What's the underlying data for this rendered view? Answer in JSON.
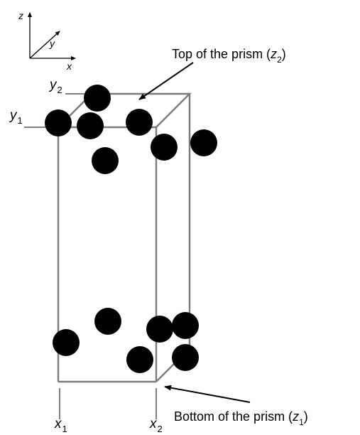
{
  "axes": {
    "z_label": "z",
    "y_label": "y",
    "x_label": "x"
  },
  "coordinate_labels": {
    "y2_var": "y",
    "y2_sub": "2",
    "y1_var": "y",
    "y1_sub": "1",
    "x1_var": "x",
    "x1_sub": "1",
    "x2_var": "x",
    "x2_sub": "2"
  },
  "annotations": {
    "top_text": "Top of the prism (",
    "top_var": "z",
    "top_sub": "2",
    "top_close": ")",
    "bottom_text": "Bottom of the prism (",
    "bottom_var": "z",
    "bottom_sub": "1",
    "bottom_close": ")"
  },
  "colors": {
    "prism_edge": "#7a7a7a",
    "particle": "#000000",
    "arrow": "#000000"
  },
  "particle_count": 13
}
